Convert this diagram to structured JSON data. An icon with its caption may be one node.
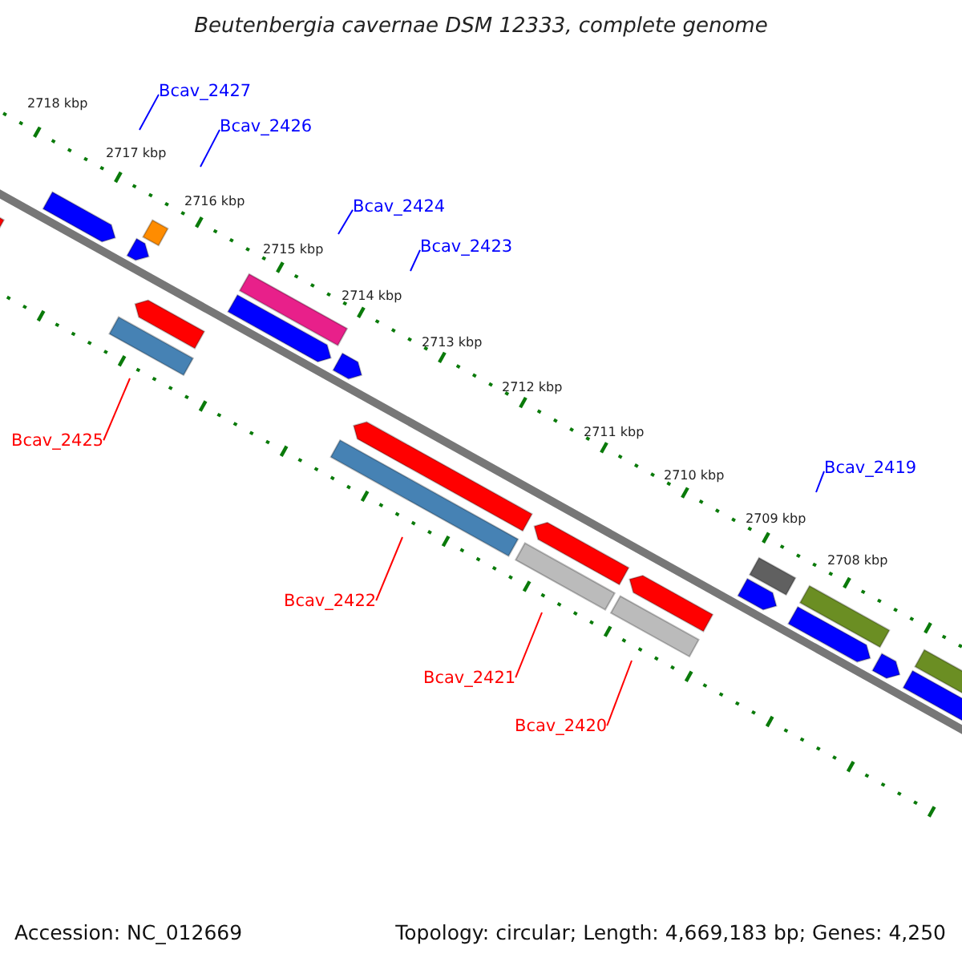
{
  "diagram": {
    "title": "Beutenbergia cavernae DSM 12333, complete genome",
    "nodes": [
      {
        "text": [
          "Bcav_2427"
        ]
      },
      {
        "text": [
          "Bcav_2426"
        ]
      },
      {
        "text": [
          "Bcav_2424"
        ]
      },
      {
        "text": [
          "Bcav_2423"
        ]
      },
      {
        "text": [
          "Bcav_2425"
        ]
      },
      {
        "text": [
          "Bcav_2419"
        ]
      },
      {
        "text": [
          "Bcav_2422"
        ]
      },
      {
        "text": [
          "Bcav_2421"
        ]
      },
      {
        "text": [
          "Bcav_2420"
        ]
      }
    ],
    "edges": [
      {
        "from": 0,
        "to": null,
        "arrow": "none"
      },
      {
        "from": 1,
        "to": null,
        "arrow": "none"
      },
      {
        "from": 2,
        "to": null,
        "arrow": "none"
      },
      {
        "from": 3,
        "to": null,
        "arrow": "none"
      },
      {
        "from": 4,
        "to": null,
        "arrow": "none",
        "color": "#ff0000"
      },
      {
        "from": 5,
        "to": null,
        "arrow": "none"
      },
      {
        "from": 6,
        "to": null,
        "arrow": "none",
        "color": "#ff0000"
      },
      {
        "from": 7,
        "to": null,
        "arrow": "none",
        "color": "#ff0000"
      },
      {
        "from": 8,
        "to": null,
        "arrow": "none",
        "color": "#ff0000"
      }
    ],
    "labels": [
      "2718 kbp",
      "2717 kbp",
      "2716 kbp",
      "2715 kbp",
      "2714 kbp",
      "2713 kbp",
      "2712 kbp",
      "2711 kbp",
      "2710 kbp",
      "2709 kbp",
      "2708 kbp",
      "Accession: NC_012669",
      "Topology: circular; Length: 4,669,183 bp; Genes: 4,250"
    ]
  }
}
